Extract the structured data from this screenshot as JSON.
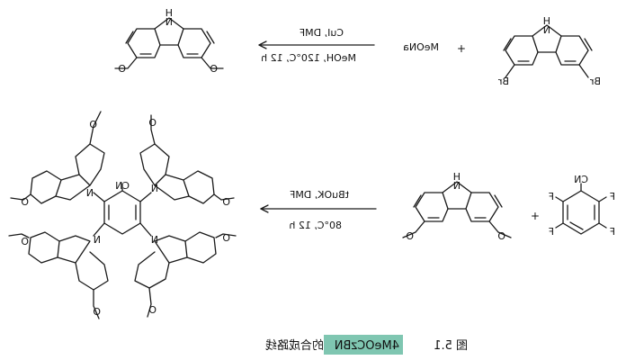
{
  "reaction1": {
    "plus": "+",
    "reagent": "MeONa",
    "condition_top": "CuI, DMF",
    "condition_bottom": "MeOH, 120°C, 12 h",
    "reactant_labels": {
      "nh": "H",
      "n": "N",
      "br_left": "Br",
      "br_right": "Br"
    },
    "product_labels": {
      "nh": "H",
      "n": "N",
      "o_left": "O",
      "o_right": "O"
    }
  },
  "reaction2": {
    "plus": "+",
    "condition_top": "tBuOK, DMF",
    "condition_bottom": "80°C, 12 h",
    "carbazole_labels": {
      "nh": "H",
      "n": "N",
      "o_left": "O",
      "o_right": "O"
    },
    "fluoro_labels": {
      "cn": "CN",
      "f1": "F",
      "f2": "F",
      "f3": "F",
      "f4": "F"
    },
    "product_labels": {
      "cn": "CN",
      "n": "N",
      "o": "O"
    }
  },
  "caption": {
    "prefix": "图 5.1 ",
    "highlight": "4MeOCzBN",
    "suffix": " 的合成路线"
  }
}
